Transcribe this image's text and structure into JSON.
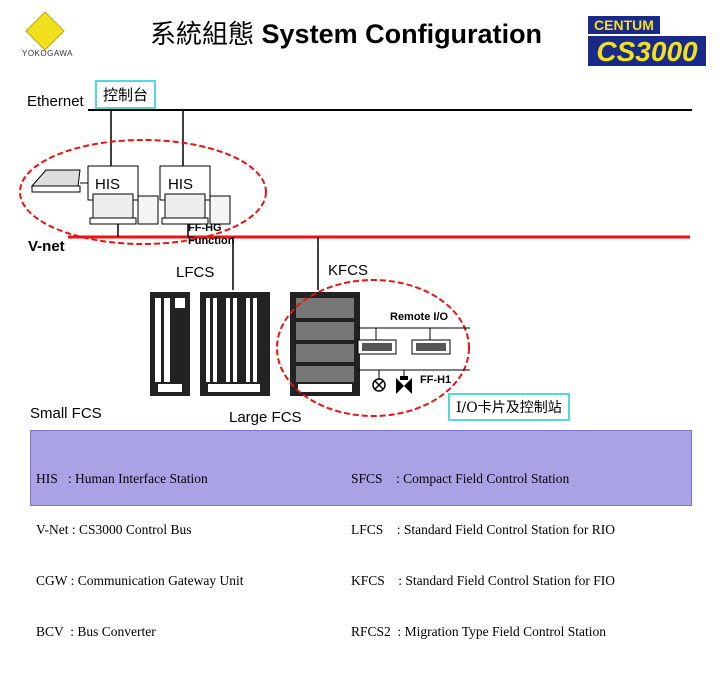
{
  "header": {
    "title_cjk": "系統組態",
    "title_en": "System Configuration",
    "company": "YOKOGAWA",
    "product_logo_text": "CENTUM CS3000"
  },
  "network": {
    "ethernet_label": "Ethernet",
    "console_label": "控制台",
    "vnet_label": "V-net",
    "ffhg_label": "FF-HG",
    "ffhg_sub": "Function",
    "ffh1_label": "FF-H1",
    "remote_io_label": "Remote I/O",
    "io_control_label": "I/O卡片及控制站"
  },
  "stations": {
    "his_1": "HIS",
    "his_2": "HIS",
    "lfcs": "LFCS",
    "kfcs": "KFCS",
    "small_fcs": "Small FCS",
    "large_fcs": "Large FCS"
  },
  "legend_left": [
    "HIS   : Human Interface Station",
    "V-Net : CS3000 Control Bus",
    "CGW : Communication Gateway Unit",
    "BCV  : Bus Converter"
  ],
  "legend_right": [
    "SFCS    : Compact Field Control Station",
    "LFCS    : Standard Field Control Station for RIO",
    "KFCS    : Standard Field Control Station for FIO",
    "RFCS2  : Migration Type Field Control Station"
  ],
  "colors": {
    "vnet_line": "#ee1111",
    "highlight_ellipse": "#ee1111",
    "cabinet_fill": "#222222",
    "legend_fill": "#a9a3e6",
    "cjk_box_border": "#55d8d8",
    "logo_yellow": "#f0e020"
  },
  "icons": [
    "yokogawa-diamond-icon",
    "centum-logo",
    "his-workstation-icon",
    "printer-icon",
    "fcs-cabinet-icon",
    "valve-icon",
    "lamp-icon"
  ]
}
